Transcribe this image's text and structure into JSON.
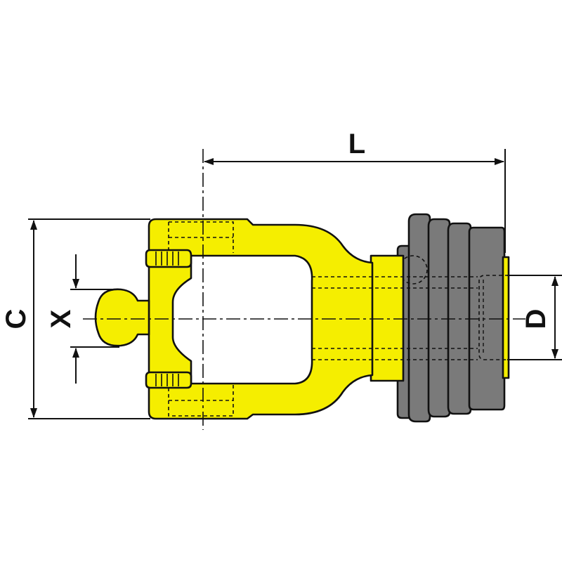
{
  "colors": {
    "yoke": "#f5ee00",
    "collar": "#7a7a7a",
    "collar_dark": "#5e5e5e",
    "outline": "#111111",
    "background": "#ffffff"
  },
  "dimensions": {
    "length_label": "L",
    "overall_width_label": "C",
    "pin_diameter_label": "X",
    "bore_diameter_label": "D"
  }
}
